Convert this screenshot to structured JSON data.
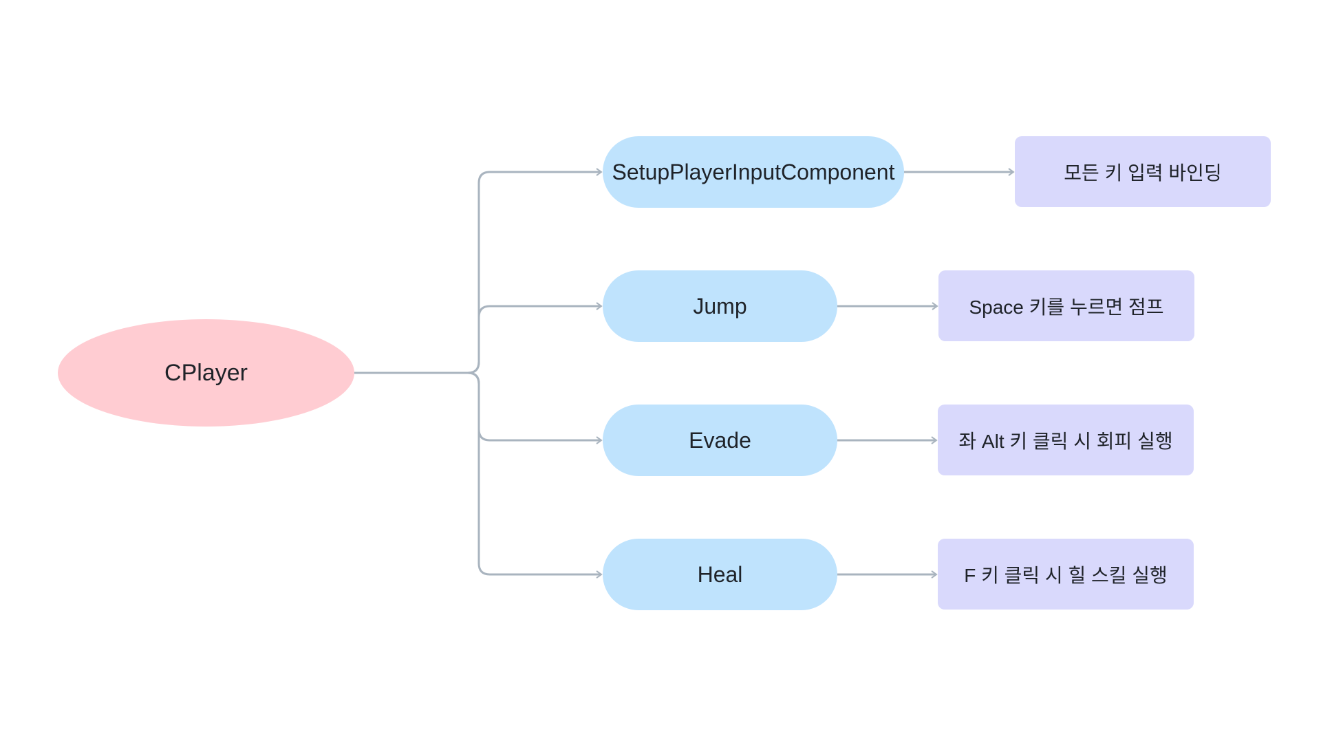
{
  "diagram": {
    "root": {
      "label": "CPlayer",
      "color": "#ffccd2"
    },
    "connector_color": "#a9b4bf",
    "branches": [
      {
        "method": "SetupPlayerInputComponent",
        "description": "모든 키 입력 바인딩"
      },
      {
        "method": "Jump",
        "description": "Space 키를 누르면 점프"
      },
      {
        "method": "Evade",
        "description": "좌 Alt 키 클릭 시 회피 실행"
      },
      {
        "method": "Heal",
        "description": "F 키 클릭 시 힐 스킬 실행"
      }
    ],
    "method_color": "#bfe3fd",
    "description_color": "#d9d9fc"
  }
}
